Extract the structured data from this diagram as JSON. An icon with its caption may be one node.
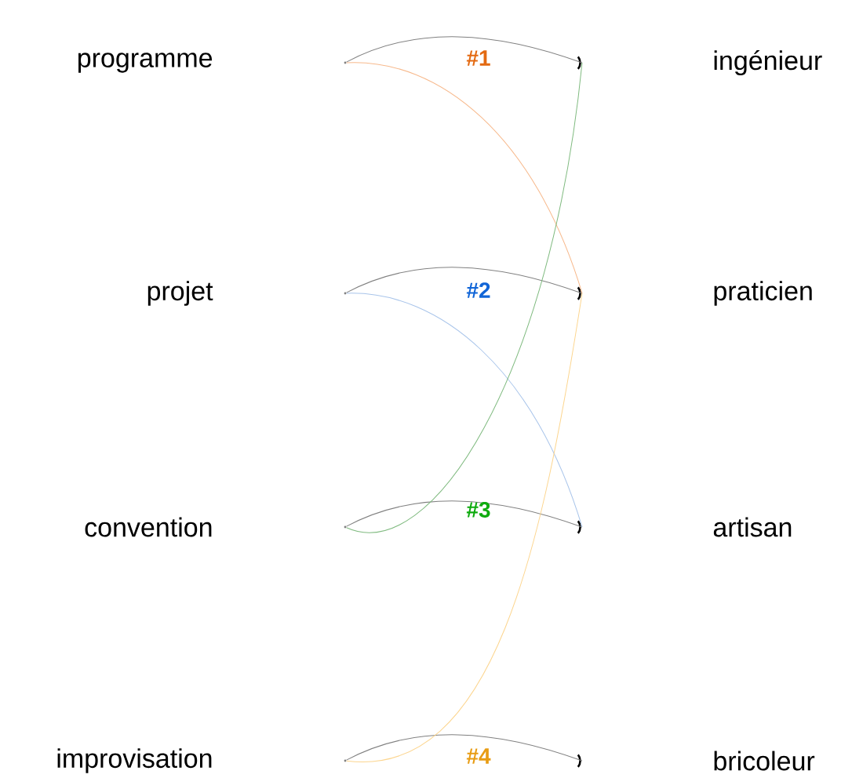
{
  "diagram": {
    "nodes": [
      {
        "text": [
          "programme"
        ]
      },
      {
        "text": [],
        "shape": "point"
      },
      {
        "text": [],
        "shape": "arc"
      },
      {
        "text": [
          "ingénieur"
        ]
      },
      {
        "text": [
          "projet"
        ]
      },
      {
        "text": [],
        "shape": "point"
      },
      {
        "text": [],
        "shape": "arc"
      },
      {
        "text": [
          "praticien"
        ]
      },
      {
        "text": [
          "convention"
        ]
      },
      {
        "text": [],
        "shape": "point"
      },
      {
        "text": [],
        "shape": "arc"
      },
      {
        "text": [
          "artisan"
        ]
      },
      {
        "text": [
          "improvisation"
        ]
      },
      {
        "text": [],
        "shape": "point"
      },
      {
        "text": [],
        "shape": "arc"
      },
      {
        "text": [
          "bricoleur"
        ]
      }
    ],
    "edges": [
      {
        "from": 1,
        "to": 2,
        "arrow": "none"
      },
      {
        "from": 5,
        "to": 6,
        "arrow": "none"
      },
      {
        "from": 9,
        "to": 10,
        "arrow": "none"
      },
      {
        "from": 13,
        "to": 14,
        "arrow": "none"
      },
      {
        "from": 1,
        "to": 6,
        "arrow": "none",
        "label": "#1",
        "color": "#f7b98c"
      },
      {
        "from": 5,
        "to": 10,
        "arrow": "none",
        "label": "#2",
        "color": "#a8c4ea"
      },
      {
        "from": 9,
        "to": 2,
        "arrow": "none",
        "label": "#3",
        "color": "#7fba7f"
      },
      {
        "from": 13,
        "to": 6,
        "arrow": "none",
        "label": "#4",
        "color": "#fcd58e"
      }
    ]
  }
}
